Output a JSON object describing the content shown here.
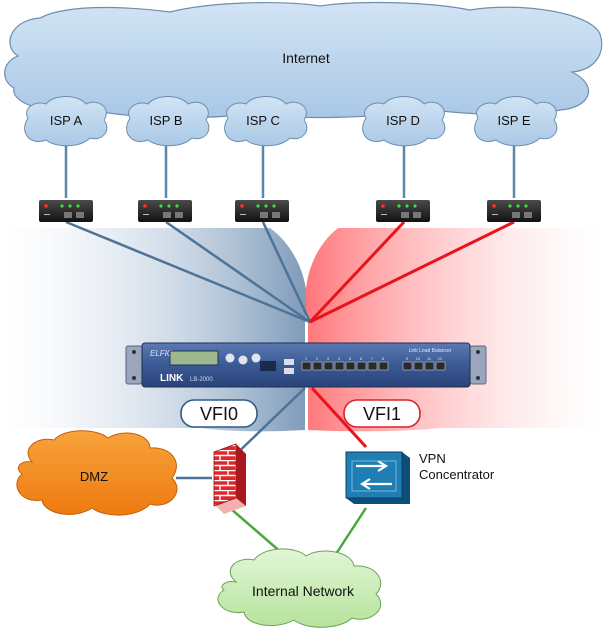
{
  "clouds": {
    "internet": "Internet",
    "isps": [
      "ISP A",
      "ISP B",
      "ISP C",
      "ISP D",
      "ISP E"
    ],
    "dmz": "DMZ",
    "internal": "Internal Network"
  },
  "device": {
    "brand": "ELFIQ",
    "model": "LINK",
    "model_no": "LB-2000",
    "product_label": "Link Load Balancer",
    "port_numbers": [
      "1",
      "2",
      "3",
      "4",
      "5",
      "6",
      "7",
      "8",
      "9",
      "10",
      "11",
      "12"
    ]
  },
  "vfi": {
    "left": "VFI0",
    "right": "VFI1"
  },
  "vpn": {
    "line1": "VPN",
    "line2": "Concentrator"
  },
  "colors": {
    "cloud_blue": "#b7d3ec",
    "cloud_orange": "#f28a1e",
    "cloud_green": "#c8ecb6",
    "link_blue": "#4d7398",
    "link_red": "#e8131b",
    "link_green": "#4aa83c",
    "vfi0_border": "#2d5b8c",
    "vfi1_border": "#d6242a"
  }
}
